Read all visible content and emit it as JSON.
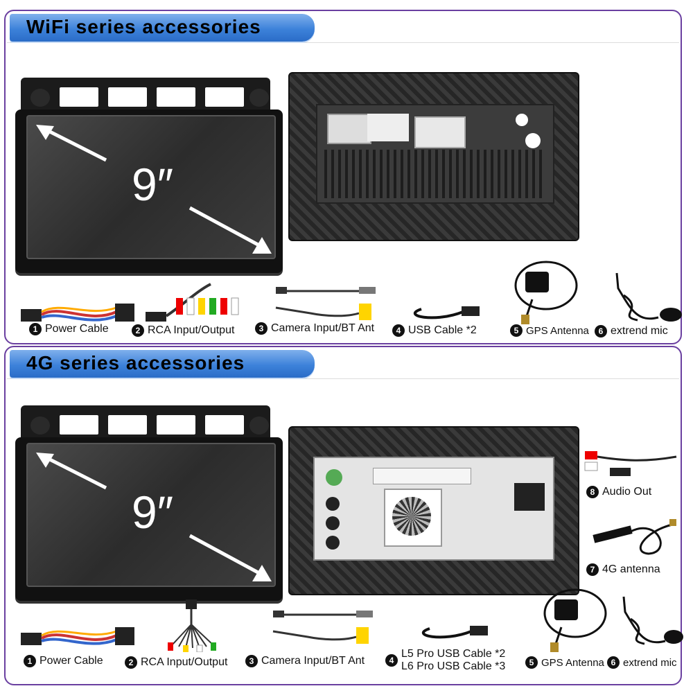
{
  "wifi": {
    "title": "WiFi series accessories",
    "screen_size": "9″",
    "accessories": [
      {
        "num": "1",
        "label": "Power Cable"
      },
      {
        "num": "2",
        "label": "RCA Input/Output"
      },
      {
        "num": "3",
        "label": "Camera Input/BT Ant"
      },
      {
        "num": "4",
        "label": "USB Cable *2"
      },
      {
        "num": "5",
        "label": "GPS Antenna"
      },
      {
        "num": "6",
        "label": "extrend mic"
      }
    ]
  },
  "g4": {
    "title": "4G series accessories",
    "screen_size": "9″",
    "accessories": [
      {
        "num": "1",
        "label": "Power Cable"
      },
      {
        "num": "2",
        "label": "RCA Input/Output"
      },
      {
        "num": "3",
        "label": "Camera Input/BT Ant"
      },
      {
        "num": "4",
        "label_line1": "L5 Pro USB Cable *2",
        "label_line2": "L6 Pro USB Cable *3"
      },
      {
        "num": "5",
        "label": "GPS Antenna"
      },
      {
        "num": "6",
        "label": "extrend mic"
      },
      {
        "num": "7",
        "label": "4G antenna"
      },
      {
        "num": "8",
        "label": "Audio Out"
      }
    ]
  }
}
